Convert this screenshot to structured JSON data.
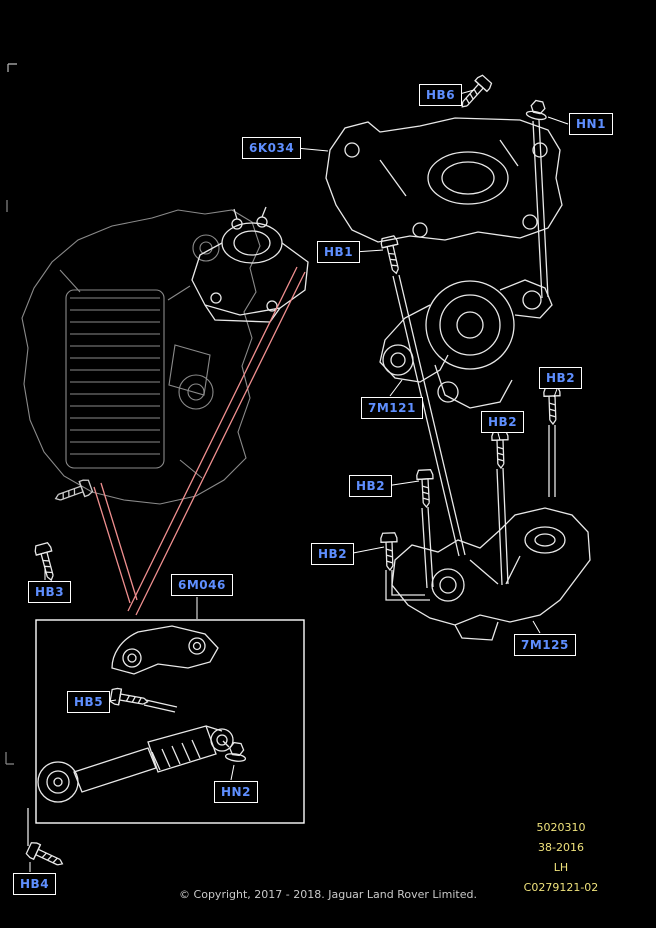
{
  "colors": {
    "background": "#000000",
    "label_text": "#5f8fff",
    "label_border": "#ffffff",
    "part_line_art": "#e8e8e8",
    "engine_outline": "#8a8a8a",
    "highlight_leader": "#ef8f8f",
    "notes_text": "#efe27c",
    "copyright_text": "#c9c9c9"
  },
  "diagram": {
    "callouts": [
      {
        "id": "HB6"
      },
      {
        "id": "HN1"
      },
      {
        "id": "6K034"
      },
      {
        "id": "HB1"
      },
      {
        "id": "7M121"
      },
      {
        "id": "HB2"
      },
      {
        "id": "HB2"
      },
      {
        "id": "HB2"
      },
      {
        "id": "HB2"
      },
      {
        "id": "HB3"
      },
      {
        "id": "6M046"
      },
      {
        "id": "HB5"
      },
      {
        "id": "HN2"
      },
      {
        "id": "HB4"
      },
      {
        "id": "7M125"
      }
    ],
    "notes": {
      "lines": [
        "5020310",
        "38-2016",
        "LH",
        "C0279121-02"
      ]
    },
    "copyright": "© Copyright, 2017 - 2018. Jaguar Land Rover Limited."
  }
}
